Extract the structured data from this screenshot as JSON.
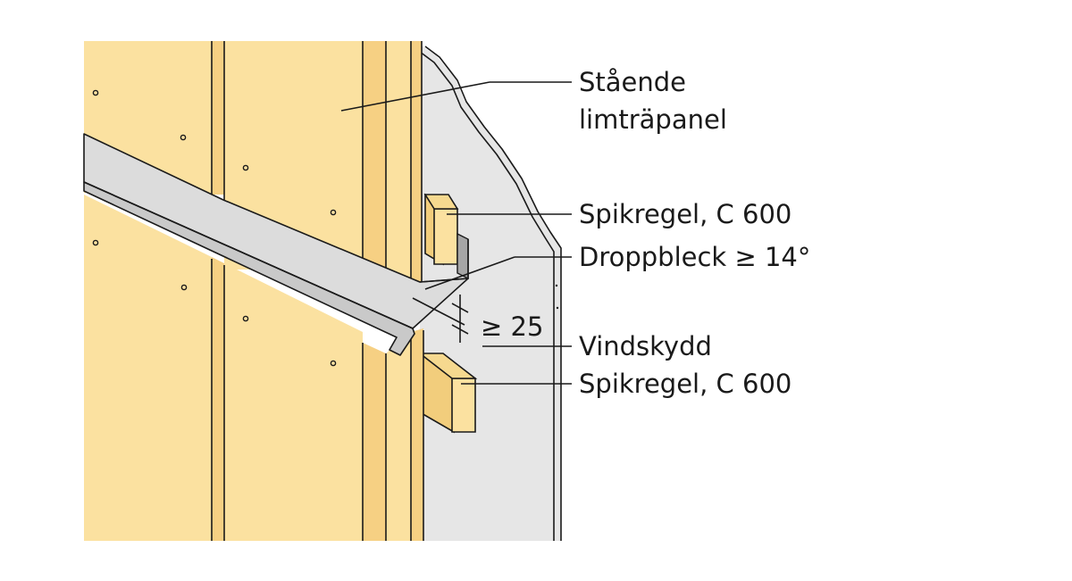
{
  "labels": {
    "panel_line1": "Stående",
    "panel_line2": "limträpanel",
    "batten_top": "Spikregel, C 600",
    "flashing": "Droppbleck ≥ 14°",
    "wind_barrier": "Vindskydd",
    "batten_bottom": "Spikregel, C 600",
    "overlap_dimension": "≥ 25"
  },
  "colors": {
    "wood": "#fbe1a0",
    "wood_end": "#f6d083",
    "wind_barrier": "#e6e6e6",
    "metal": "#dcdcdc",
    "metal_dark": "#a6a6a6",
    "line": "#1a1a1a"
  }
}
